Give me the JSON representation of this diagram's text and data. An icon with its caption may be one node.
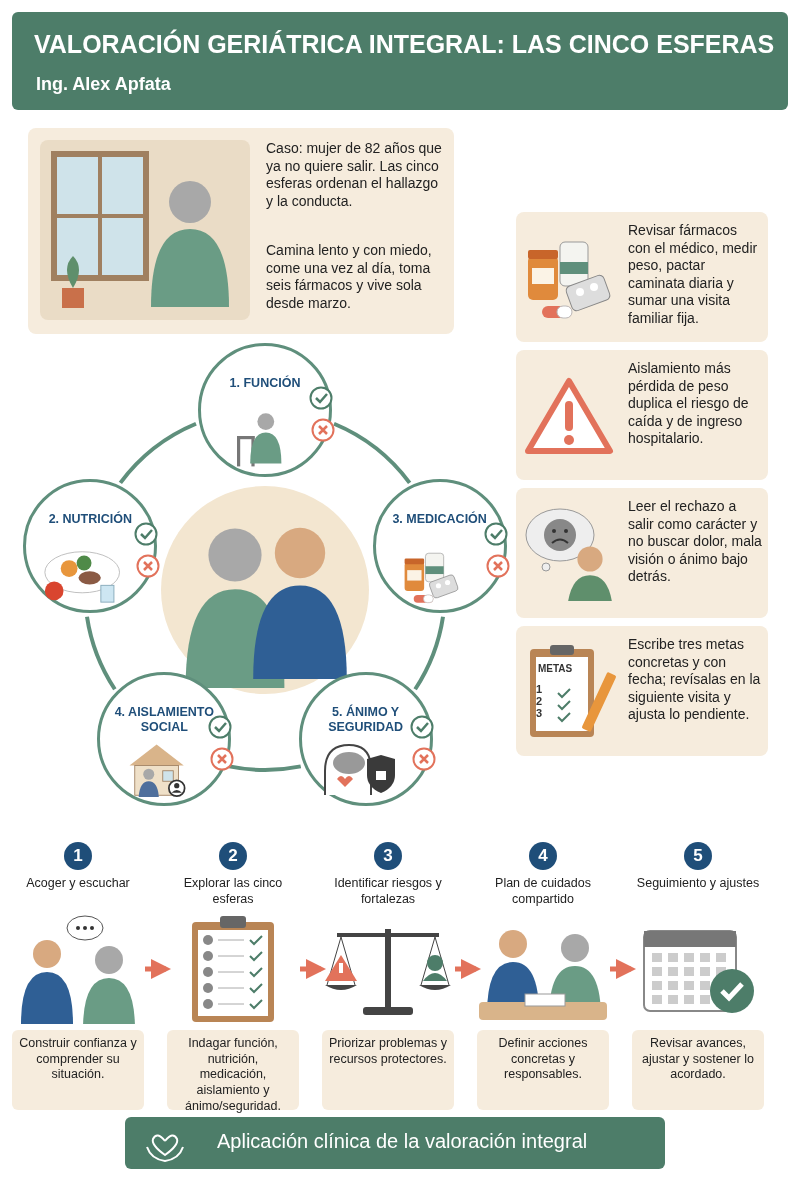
{
  "diagram": {
    "title": "VALORACIÓN GERIÁTRICA INTEGRAL: LAS CINCO ESFERAS",
    "nodes": [
      {
        "text": [
          "Caso: mujer de 82 años que ya no quiere salir. Las cinco esferas ordenan el hallazgo y la conducta.",
          "Camina lento y con miedo, come una vez al día, toma seis fármacos y vive sola desde marzo."
        ]
      },
      {
        "text": [
          "1. FUNCIÓN"
        ]
      },
      {
        "text": [
          "2. NUTRICIÓN"
        ]
      },
      {
        "text": [
          "3. MEDICACIÓN"
        ]
      },
      {
        "text": [
          "4. AISLAMIENTO SOCIAL"
        ]
      },
      {
        "text": [
          "5. ÁNIMO Y SEGURIDAD"
        ]
      },
      {
        "text": [
          "Revisar fármacos con el médico, medir peso, pactar caminata diaria y sumar una visita familiar fija."
        ]
      },
      {
        "text": [
          "Aislamiento más pérdida de peso duplica el riesgo de caída y de ingreso hospitalario."
        ]
      },
      {
        "text": [
          "Leer el rechazo a salir como carácter y no buscar dolor, mala visión o ánimo bajo detrás."
        ]
      },
      {
        "text": [
          "Escribe tres metas concretas y con fecha; revísalas en la siguiente visita y ajusta lo pendiente."
        ]
      },
      {
        "text": [
          "1",
          "Acoger y escuchar",
          "Construir confianza y comprender su situación."
        ]
      },
      {
        "text": [
          "2",
          "Explorar las cinco esferas",
          "Indagar función, nutrición, medicación, aislamiento y ánimo/seguridad."
        ]
      },
      {
        "text": [
          "3",
          "Identificar riesgos y fortalezas",
          "Priorizar problemas y recursos protectores."
        ]
      },
      {
        "text": [
          "4",
          "Plan de cuidados compartido",
          "Definir acciones concretas y responsables."
        ]
      },
      {
        "text": [
          "5",
          "Seguimiento y ajustes",
          "Revisar avances, ajustar y sostener lo acordado."
        ]
      },
      {
        "text": [
          "Aplicación clínica de la valoración integral"
        ]
      }
    ],
    "edges": [
      {
        "from": 1,
        "to": 3,
        "arrow": "none"
      },
      {
        "from": 3,
        "to": 5,
        "arrow": "none"
      },
      {
        "from": 5,
        "to": 4,
        "arrow": "none"
      },
      {
        "from": 4,
        "to": 2,
        "arrow": "none"
      },
      {
        "from": 2,
        "to": 1,
        "arrow": "none"
      },
      {
        "from": 10,
        "to": 11,
        "arrow": "to",
        "color": "#e2725b"
      },
      {
        "from": 11,
        "to": 12,
        "arrow": "to",
        "color": "#e2725b"
      },
      {
        "from": 12,
        "to": 13,
        "arrow": "to",
        "color": "#e2725b"
      },
      {
        "from": 13,
        "to": 14,
        "arrow": "to",
        "color": "#e2725b"
      }
    ],
    "labels": [
      "Ing. Alex Apfata",
      "METAS",
      "1",
      "2",
      "3"
    ]
  }
}
